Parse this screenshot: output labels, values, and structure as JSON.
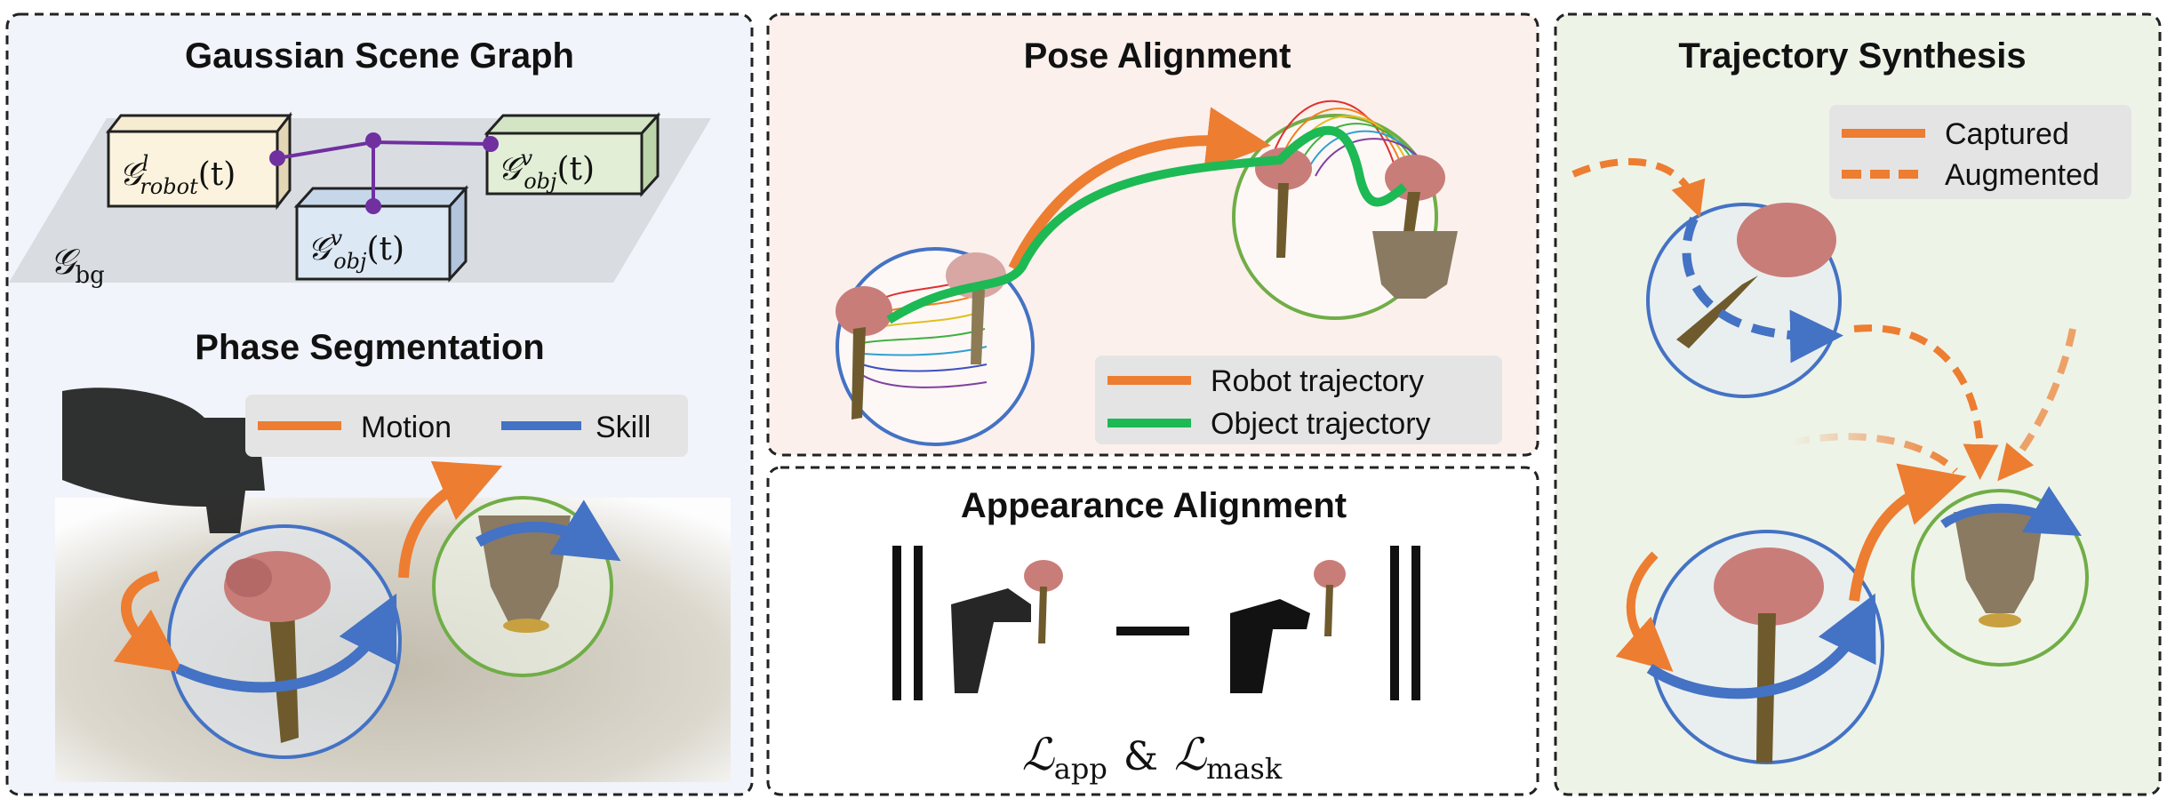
{
  "panels": {
    "scene_graph": {
      "title": "Gaussian Scene Graph",
      "robot_node": {
        "symbol": "𝒢",
        "sup": "l",
        "sub": "robot",
        "arg": "(t)"
      },
      "obj_node_right": {
        "symbol": "𝒢",
        "sup": "v",
        "sub": "obj",
        "arg": "(t)"
      },
      "obj_node_bottom": {
        "symbol": "𝒢",
        "sup": "v",
        "sub": "obj",
        "arg": "(t)"
      },
      "background": {
        "symbol": "𝒢",
        "sub": "bg"
      }
    },
    "phase_segmentation": {
      "title": "Phase Segmentation",
      "legend": [
        {
          "label": "Motion",
          "color": "#ED7D31"
        },
        {
          "label": "Skill",
          "color": "#4472C4"
        }
      ]
    },
    "pose_alignment": {
      "title": "Pose Alignment",
      "legend": [
        {
          "label": "Robot trajectory",
          "color": "#ED7D31"
        },
        {
          "label": "Object trajectory",
          "color": "#1DB954"
        }
      ]
    },
    "appearance_alignment": {
      "title": "Appearance Alignment",
      "loss": {
        "l1": "ℒ",
        "sub1": "app",
        "amp": "&",
        "l2": "ℒ",
        "sub2": "mask"
      }
    },
    "trajectory_synthesis": {
      "title": "Trajectory Synthesis",
      "legend": [
        {
          "label": "Captured",
          "color": "#ED7D31",
          "style": "solid"
        },
        {
          "label": "Augmented",
          "color": "#ED7D31",
          "style": "dashed"
        }
      ]
    }
  },
  "colors": {
    "orange": "#ED7D31",
    "blue": "#4472C4",
    "green": "#1DB954",
    "circle_green": "#70AD47",
    "purple": "#7030A0"
  }
}
